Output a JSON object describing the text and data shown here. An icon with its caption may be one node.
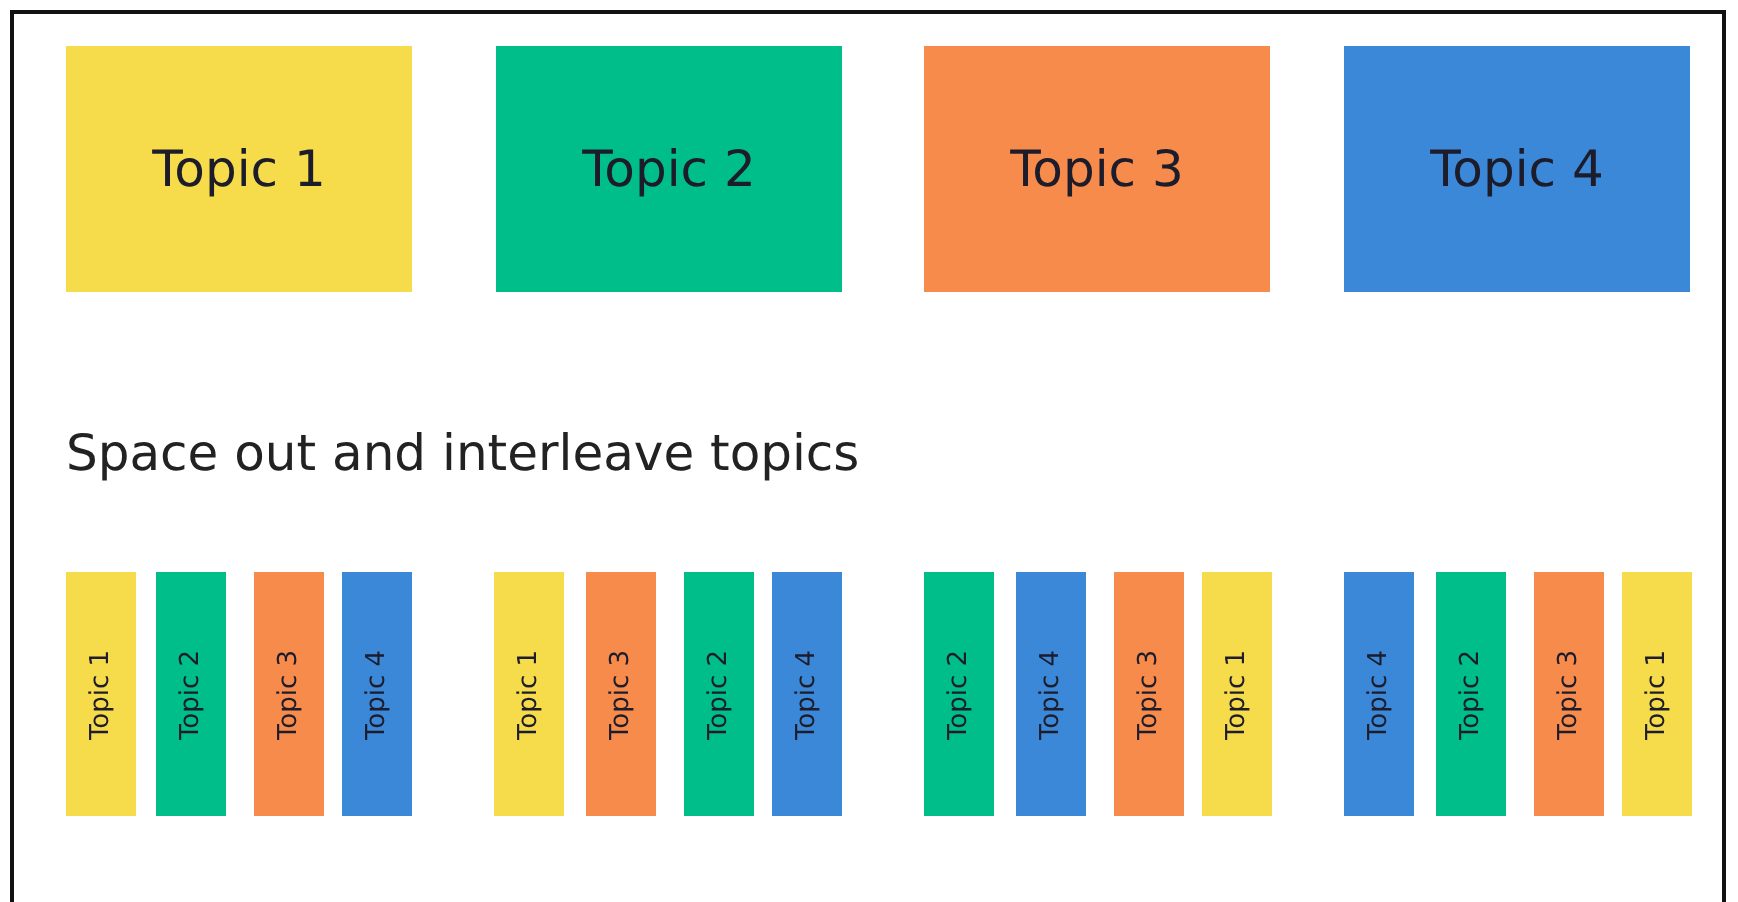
{
  "diagram": {
    "nodes": [
      {
        "text": [
          "Topic 1"
        ]
      },
      {
        "text": [
          "Topic 2"
        ]
      },
      {
        "text": [
          "Topic 3"
        ]
      },
      {
        "text": [
          "Topic 4"
        ]
      },
      {
        "text": [
          "Topic 1"
        ]
      },
      {
        "text": [
          "Topic 2"
        ]
      },
      {
        "text": [
          "Topic 3"
        ]
      },
      {
        "text": [
          "Topic 4"
        ]
      },
      {
        "text": [
          "Topic 1"
        ]
      },
      {
        "text": [
          "Topic 3"
        ]
      },
      {
        "text": [
          "Topic 2"
        ]
      },
      {
        "text": [
          "Topic 4"
        ]
      },
      {
        "text": [
          "Topic 2"
        ]
      },
      {
        "text": [
          "Topic 4"
        ]
      },
      {
        "text": [
          "Topic 3"
        ]
      },
      {
        "text": [
          "Topic 1"
        ]
      },
      {
        "text": [
          "Topic 4"
        ]
      },
      {
        "text": [
          "Topic 2"
        ]
      },
      {
        "text": [
          "Topic 3"
        ]
      },
      {
        "text": [
          "Topic 1"
        ]
      }
    ],
    "labels": [
      "Space out and interleave topics"
    ]
  }
}
